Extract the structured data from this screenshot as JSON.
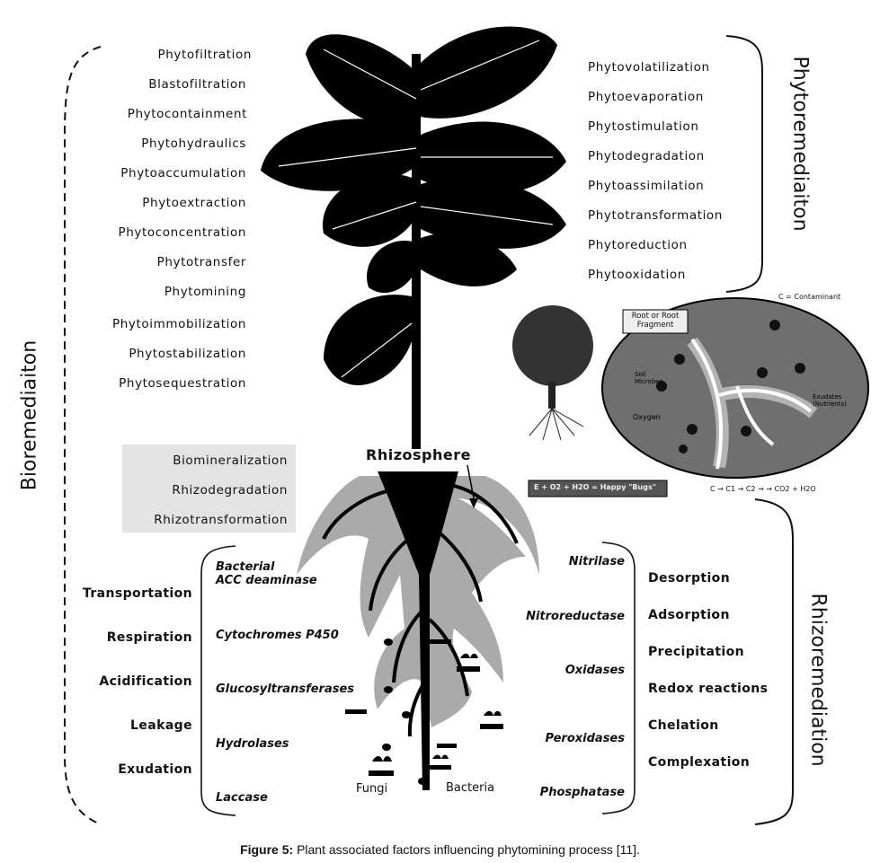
{
  "left_labels": [
    "Phytofiltration",
    "Blastofiltration",
    "Phytocontainment",
    "Phytohydraulics",
    "Phytoaccumulation",
    "Phytoextraction",
    "Phytoconcentration",
    "Phytotransfer",
    "Phytomining",
    "Phytoimmobilization",
    "Phytostabilization",
    "Phytosequestration"
  ],
  "right_labels": [
    "Phytovolatilization",
    "Phytoevaporation",
    "Phytostimulation",
    "Phytodegradation",
    "Phytoassimilation",
    "Phytotransformation",
    "Phytoreduction",
    "Phytooxidation"
  ],
  "phytoremediation_label": "Phytoremediaiton",
  "bioremediation_label": "Bioremediaiton",
  "rhizoremediation_label": "Rhizoremediation",
  "rhizosphere_label": "Rhizosphere",
  "bio_box_labels": [
    "Biomineralization",
    "Rhizodegradation",
    "Rhizotransformation"
  ],
  "left_processes": [
    "Transportation",
    "Respiration",
    "Acidification",
    "Leakage",
    "Exudation"
  ],
  "left_enzymes": [
    "Bacterial\nACC deaminase",
    "Cytochromes P450",
    "Glucosyltransferases",
    "Hydrolases",
    "Laccase"
  ],
  "right_enzymes": [
    "Nitrilase",
    "Nitroreductase",
    "Oxidases",
    "Peroxidases",
    "Phosphatase"
  ],
  "right_processes": [
    "Desorption",
    "Adsorption",
    "Precipitation",
    "Redox reactions",
    "Chelation",
    "Complexation"
  ],
  "fungi_label": "Fungi",
  "bacteria_label": "Bacteria",
  "inset": {
    "contaminant_note": "C = Contaminant",
    "root_fragment_label": "Root or Root\nFragment",
    "soil_microbes_label": "Soil\nMicrobes",
    "oxygen_label": "Oxygen",
    "exudates_label": "Exudates\n(Nutrients)",
    "happy_bugs_label": "E + O2 + H2O = Happy \"Bugs\"",
    "degradation_chain": "C → C1 → C2 → → CO2 + H2O"
  },
  "caption_bold": "Figure 5:",
  "caption_text": " Plant associated factors influencing phytomining process [11]."
}
